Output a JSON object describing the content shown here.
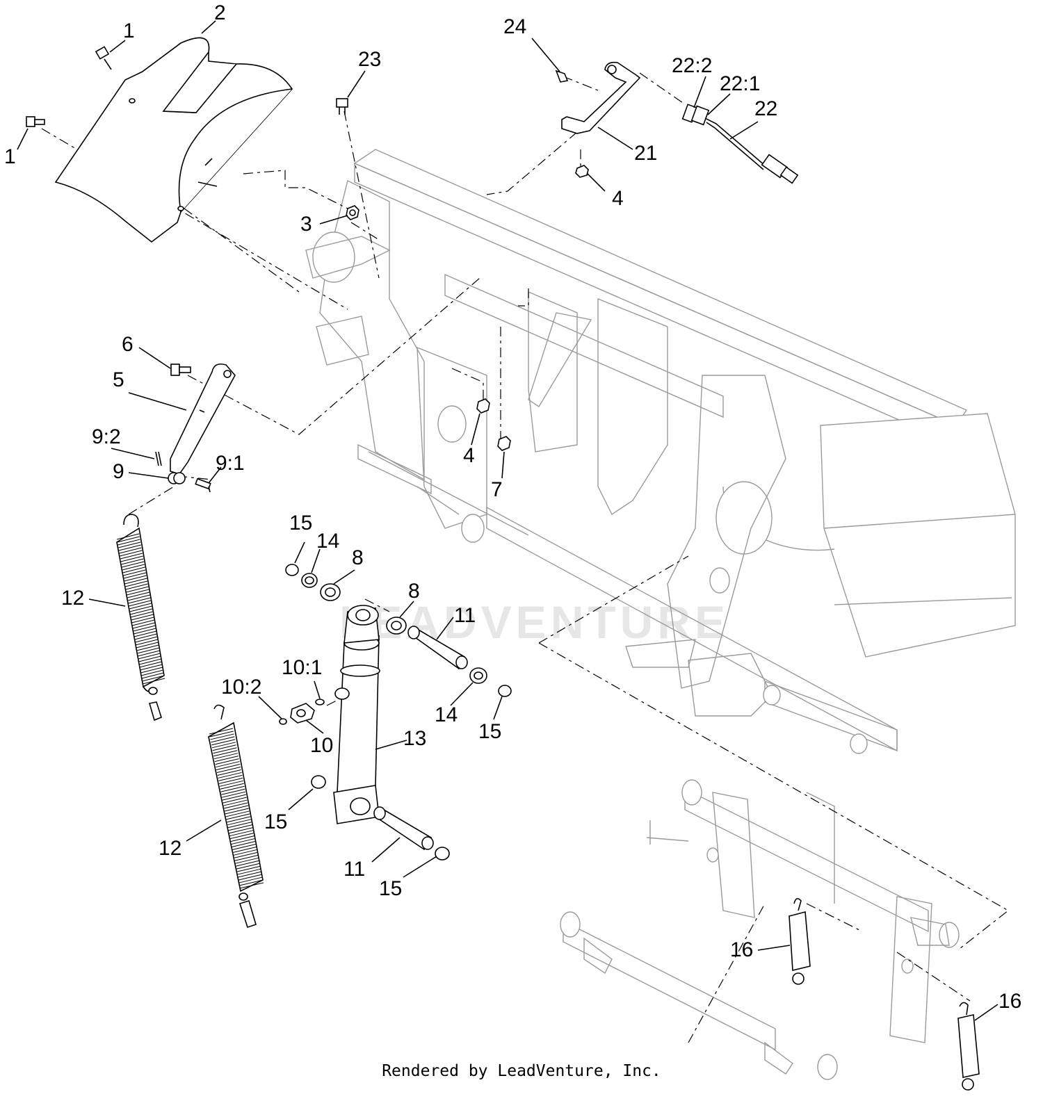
{
  "footer": {
    "text": "Rendered by LeadVenture, Inc."
  },
  "watermark": {
    "text": "LEADVENTURE"
  },
  "colors": {
    "line": "#000000",
    "ghost": "#9a9a9a",
    "background": "#ffffff"
  },
  "callouts": [
    {
      "id": "c-1a",
      "label": "1"
    },
    {
      "id": "c-1b",
      "label": "1"
    },
    {
      "id": "c-2",
      "label": "2"
    },
    {
      "id": "c-3",
      "label": "3"
    },
    {
      "id": "c-4a",
      "label": "4"
    },
    {
      "id": "c-4b",
      "label": "4"
    },
    {
      "id": "c-5",
      "label": "5"
    },
    {
      "id": "c-6",
      "label": "6"
    },
    {
      "id": "c-7",
      "label": "7"
    },
    {
      "id": "c-8a",
      "label": "8"
    },
    {
      "id": "c-8b",
      "label": "8"
    },
    {
      "id": "c-9",
      "label": "9"
    },
    {
      "id": "c-9-1",
      "label": "9:1"
    },
    {
      "id": "c-9-2",
      "label": "9:2"
    },
    {
      "id": "c-10",
      "label": "10"
    },
    {
      "id": "c-10-1",
      "label": "10:1"
    },
    {
      "id": "c-10-2",
      "label": "10:2"
    },
    {
      "id": "c-11a",
      "label": "11"
    },
    {
      "id": "c-11b",
      "label": "11"
    },
    {
      "id": "c-12a",
      "label": "12"
    },
    {
      "id": "c-12b",
      "label": "12"
    },
    {
      "id": "c-13",
      "label": "13"
    },
    {
      "id": "c-14a",
      "label": "14"
    },
    {
      "id": "c-14b",
      "label": "14"
    },
    {
      "id": "c-15a",
      "label": "15"
    },
    {
      "id": "c-15b",
      "label": "15"
    },
    {
      "id": "c-15c",
      "label": "15"
    },
    {
      "id": "c-15d",
      "label": "15"
    },
    {
      "id": "c-16a",
      "label": "16"
    },
    {
      "id": "c-16b",
      "label": "16"
    },
    {
      "id": "c-21",
      "label": "21"
    },
    {
      "id": "c-22",
      "label": "22"
    },
    {
      "id": "c-22-1",
      "label": "22:1"
    },
    {
      "id": "c-22-2",
      "label": "22:2"
    },
    {
      "id": "c-23",
      "label": "23"
    },
    {
      "id": "c-24",
      "label": "24"
    }
  ]
}
